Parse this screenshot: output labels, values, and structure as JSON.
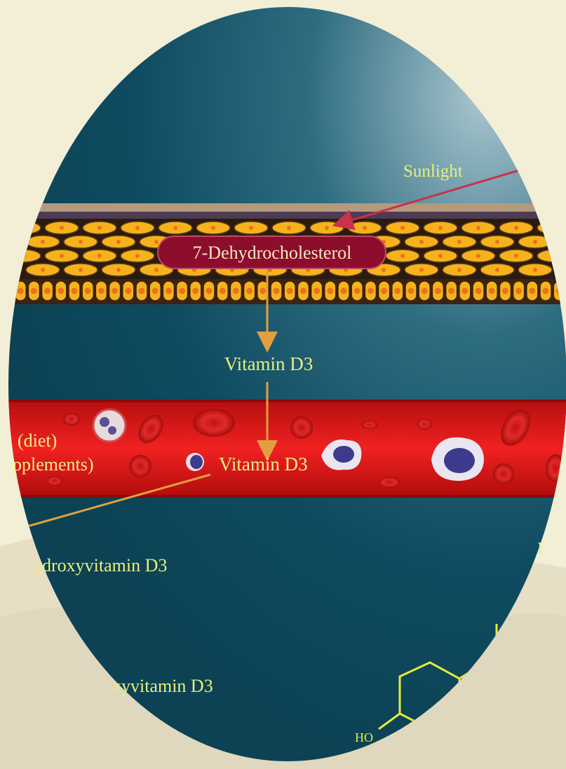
{
  "labels": {
    "sunlight": "Sunlight",
    "precursor": "7-Dehydrocholesterol",
    "vitamin_d3_skin": "Vitamin D3",
    "diet": "(diet)",
    "supplements": "pplements)",
    "vitamin_d3_blood": "Vitamin D3",
    "hydroxy": "ydroxyvitamin D3",
    "dihydroxy": "xyvitamin D3",
    "ho": "HO",
    "edge_letter": "I"
  },
  "colors": {
    "background": "#f3eed6",
    "panel": "#0f4b60",
    "label_text": "#e9ef7a",
    "sunlight_arrow": "#c8324a",
    "process_arrow": "#e0a040",
    "vessel": "#d81818",
    "cell_yellow": "#f6b21d",
    "precursor_pill": "#8c0d2c",
    "molecule": "#e8ea3c"
  }
}
